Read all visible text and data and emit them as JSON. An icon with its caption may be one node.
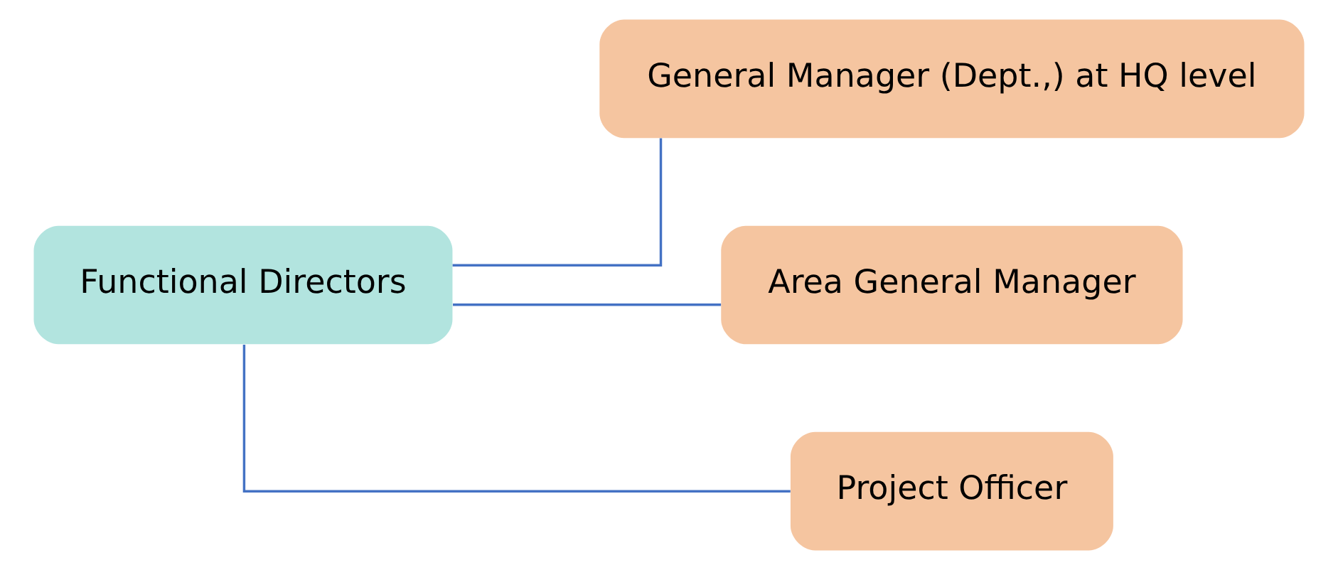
{
  "diagram": {
    "nodes": [
      {
        "text": [
          "Functional Directors"
        ]
      },
      {
        "text": [
          "General Manager (Dept.,) at HQ level"
        ]
      },
      {
        "text": [
          "Area General Manager"
        ]
      },
      {
        "text": [
          "Project Officer"
        ]
      }
    ],
    "edges": [
      {
        "from": 0,
        "to": 1,
        "arrow": "none"
      },
      {
        "from": 0,
        "to": 2,
        "arrow": "none"
      },
      {
        "from": 0,
        "to": 3,
        "arrow": "none"
      }
    ]
  }
}
